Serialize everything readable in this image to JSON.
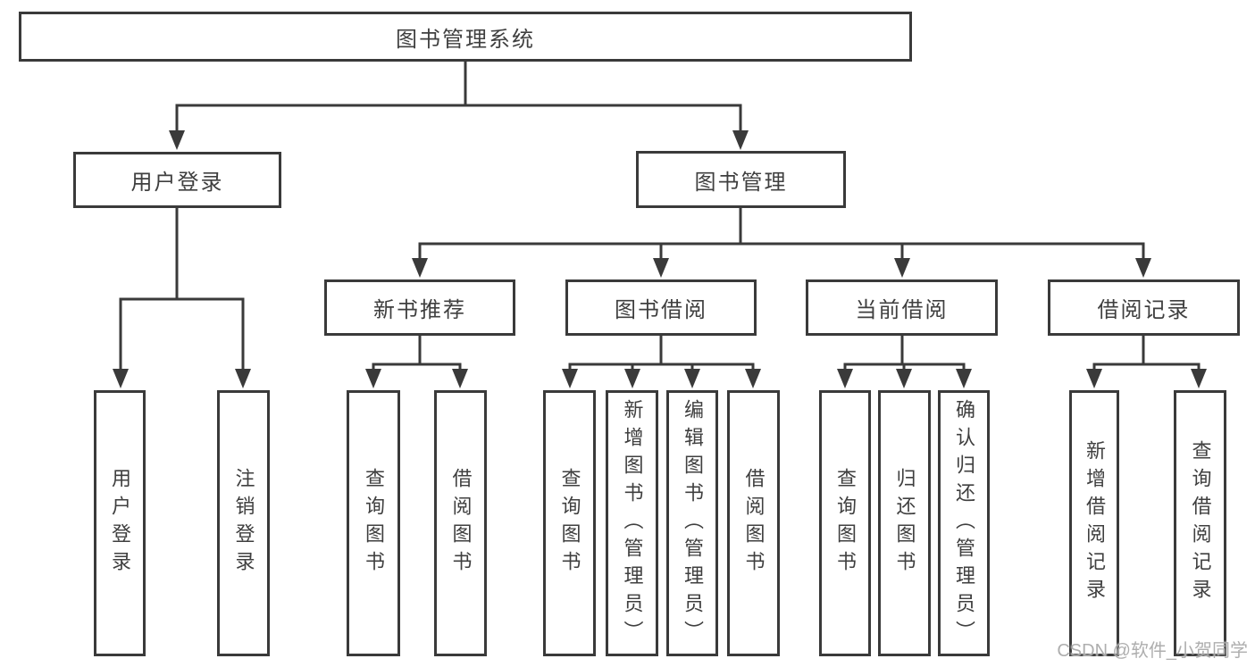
{
  "diagram": {
    "root": {
      "label": "图书管理系统"
    },
    "level2": [
      {
        "label": "用户登录"
      },
      {
        "label": "图书管理"
      }
    ],
    "level3": [
      {
        "label": "新书推荐",
        "parent": "图书管理"
      },
      {
        "label": "图书借阅",
        "parent": "图书管理"
      },
      {
        "label": "当前借阅",
        "parent": "图书管理"
      },
      {
        "label": "借阅记录",
        "parent": "图书管理"
      }
    ],
    "leaves": [
      {
        "label": "用户登录",
        "parent": "用户登录"
      },
      {
        "label": "注销登录",
        "parent": "用户登录"
      },
      {
        "label": "查询图书",
        "parent": "新书推荐"
      },
      {
        "label": "借阅图书",
        "parent": "新书推荐"
      },
      {
        "label": "查询图书",
        "parent": "图书借阅"
      },
      {
        "label": "新增图书（管理员）",
        "parent": "图书借阅"
      },
      {
        "label": "编辑图书（管理员）",
        "parent": "图书借阅"
      },
      {
        "label": "借阅图书",
        "parent": "图书借阅"
      },
      {
        "label": "查询图书",
        "parent": "当前借阅"
      },
      {
        "label": "归还图书",
        "parent": "当前借阅"
      },
      {
        "label": "确认归还（管理员）",
        "parent": "当前借阅"
      },
      {
        "label": "新增借阅记录",
        "parent": "借阅记录"
      },
      {
        "label": "查询借阅记录",
        "parent": "借阅记录"
      }
    ]
  },
  "watermark": {
    "text": "CSDN @软件_小贺同学",
    "color": "#a5a5a5"
  },
  "colors": {
    "line": "#3a3a3a",
    "text": "#3f3f3f",
    "background": "#ffffff"
  }
}
